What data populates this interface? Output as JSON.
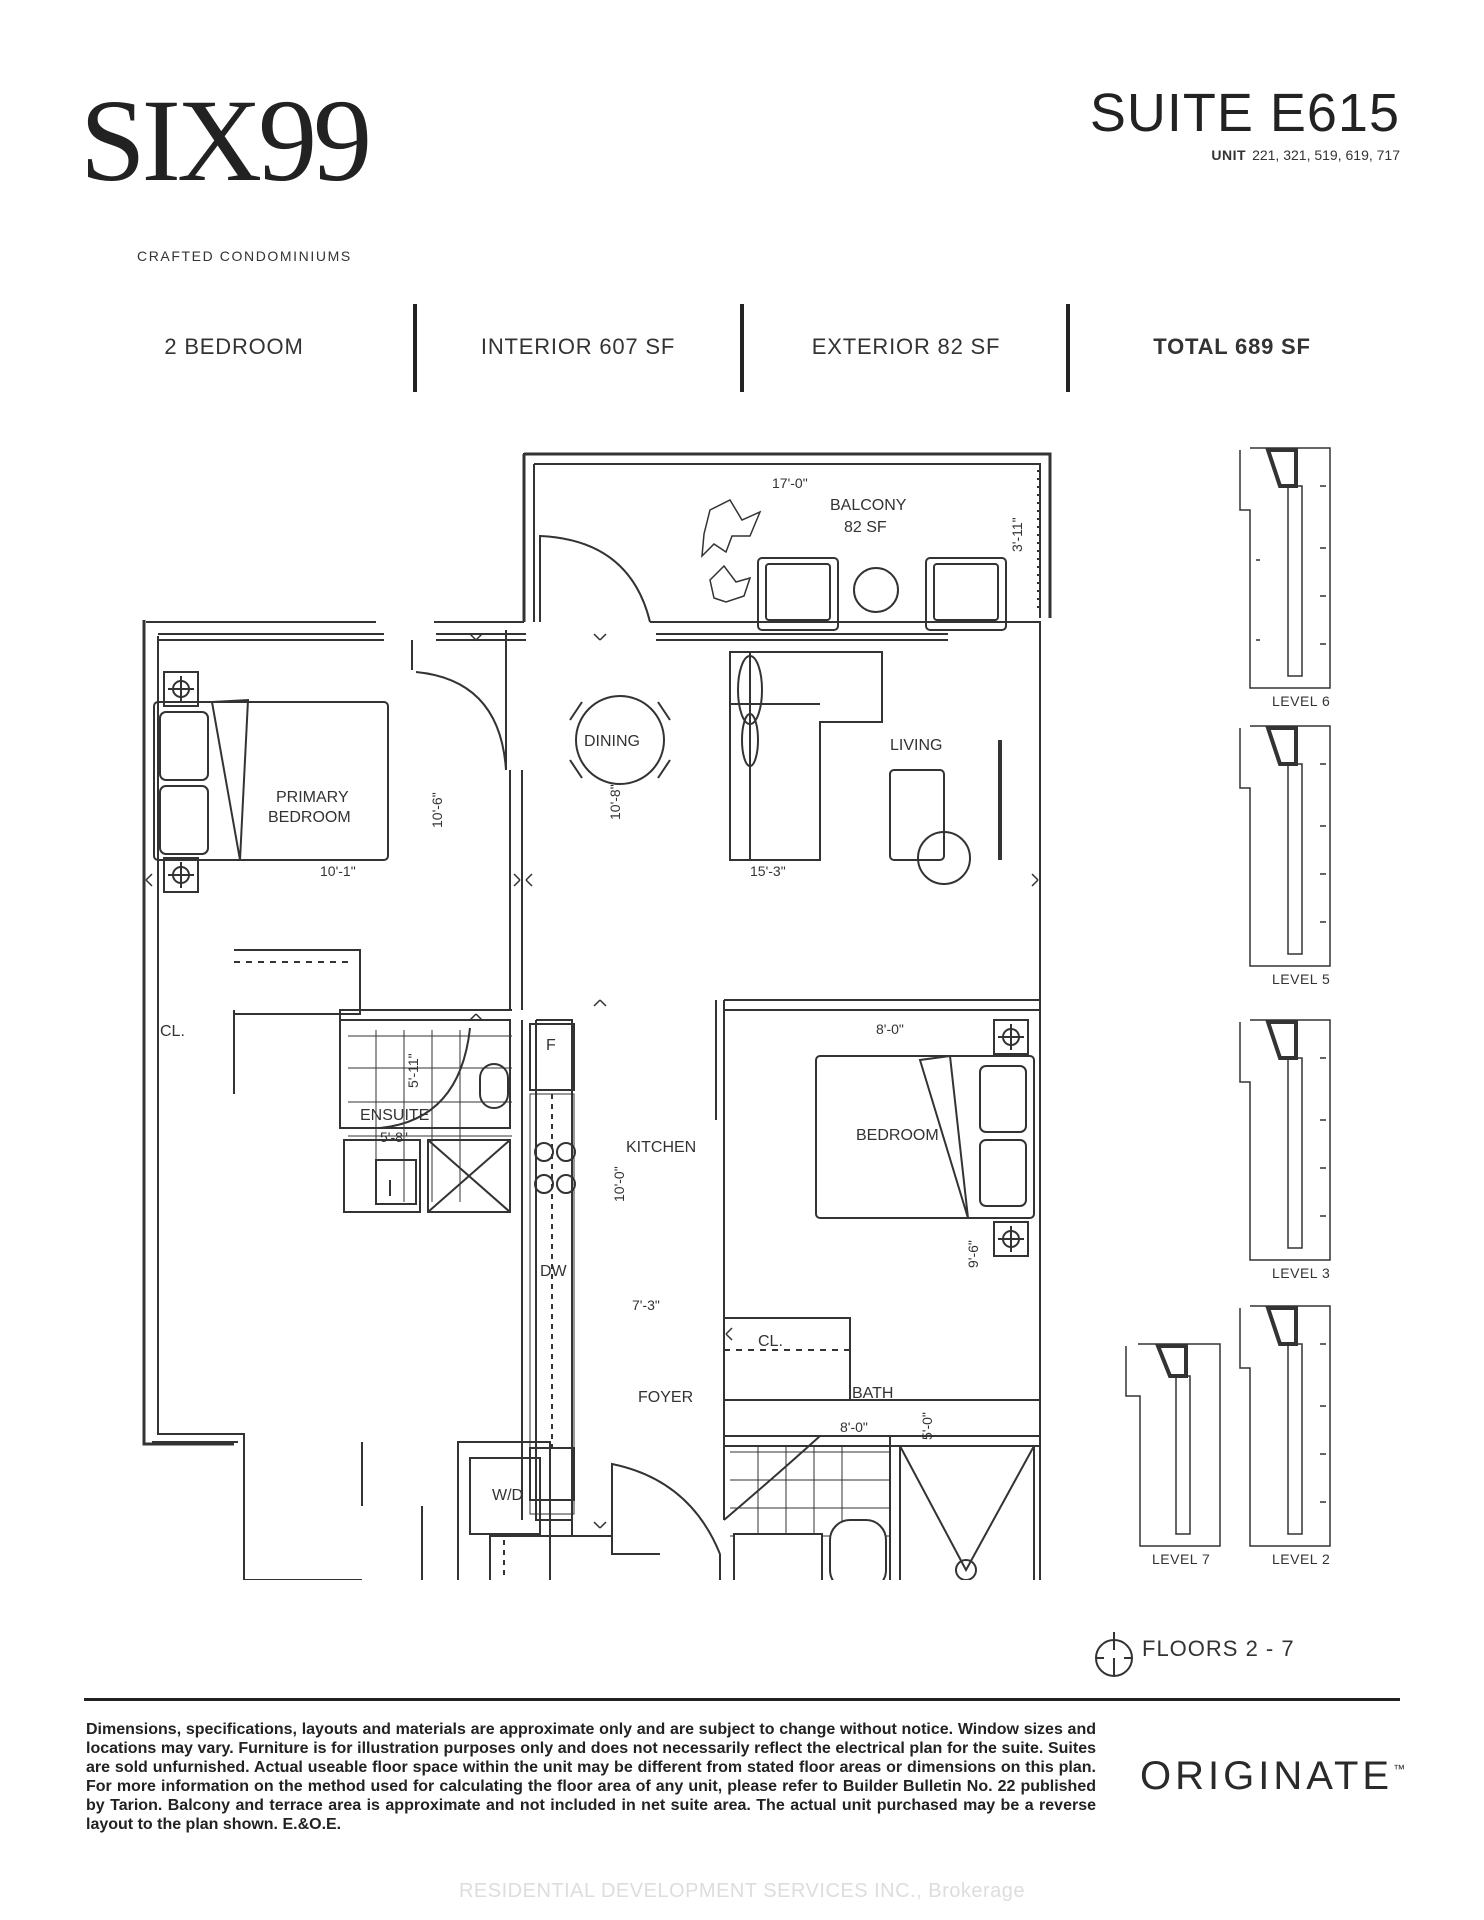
{
  "brand": {
    "logo_text": "SIX99",
    "logo_tagline": "CRAFTED CONDOMINIUMS",
    "developer": "ORIGINATE",
    "developer_tm": "™"
  },
  "suite": {
    "title": "SUITE E615",
    "unit_label": "UNIT",
    "unit_numbers": "221, 321, 519, 619, 717"
  },
  "specs": {
    "bedrooms": "2 BEDROOM",
    "interior": "INTERIOR 607 SF",
    "exterior": "EXTERIOR 82 SF",
    "total": "TOTAL 689 SF"
  },
  "rooms": {
    "balcony": "BALCONY",
    "balcony_area": "82 SF",
    "dining": "DINING",
    "living": "LIVING",
    "primary_bedroom_1": "PRIMARY",
    "primary_bedroom_2": "BEDROOM",
    "ensuite": "ENSUITE",
    "kitchen": "KITCHEN",
    "bedroom": "BEDROOM",
    "foyer": "FOYER",
    "bath": "BATH",
    "closet": "CL.",
    "fridge": "F",
    "dishwasher": "DW",
    "washer_dryer": "W/D"
  },
  "dimensions": {
    "balcony_width": "17'-0\"",
    "balcony_depth": "3'-11\"",
    "primary_depth": "10'-6\"",
    "primary_width": "10'-1\"",
    "dining_depth": "10'-8\"",
    "living_width": "15'-3\"",
    "bedroom_width": "8'-0\"",
    "bedroom_depth": "9'-6\"",
    "ensuite_depth": "5'-11\"",
    "ensuite_width": "5'-8\"",
    "kitchen_depth": "10'-0\"",
    "foyer_width": "7'-3\"",
    "bath_width": "8'-0\"",
    "bath_depth": "5'-0\""
  },
  "levels": [
    "LEVEL 6",
    "LEVEL 5",
    "LEVEL 3",
    "LEVEL 7",
    "LEVEL 2"
  ],
  "floors": "FLOORS 2 - 7",
  "disclaimer": "Dimensions, specifications, layouts and materials are approximate only and are subject to change without notice. Window sizes and locations may vary. Furniture is for illustration purposes only and does not necessarily reflect the electrical plan for the suite. Suites are sold unfurnished. Actual useable floor space within the unit may be different from stated floor areas or dimensions on this plan. For more information on the method used for calculating the floor area of any unit, please refer to Builder Bulletin No. 22 published by Tarion. Balcony and terrace area is approximate and not included in net suite area. The actual unit purchased may be a reverse layout to the plan shown. E.&O.E.",
  "watermark": "RESIDENTIAL DEVELOPMENT SERVICES INC., Brokerage"
}
